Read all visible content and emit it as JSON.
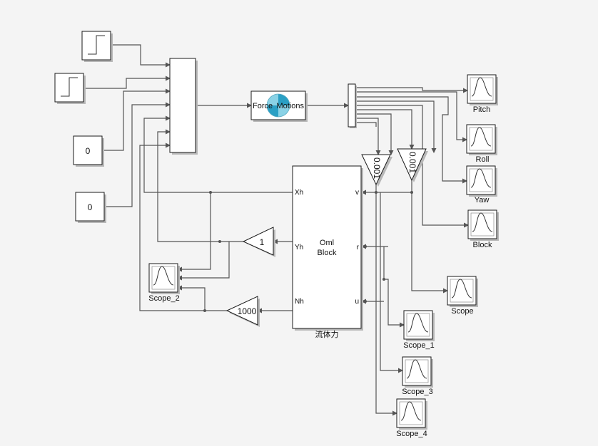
{
  "blocks": {
    "constant_1_value": "0",
    "constant_2_value": "0",
    "force_label": "Force",
    "motions_label": "Motions",
    "oml_line1": "Oml",
    "oml_line2": "Block",
    "oml_caption": "流体力",
    "oml_port_xh": "Xh",
    "oml_port_yh": "Yh",
    "oml_port_nh": "Nh",
    "oml_port_v": "v",
    "oml_port_r": "r",
    "oml_port_u": "u",
    "gain_1_value": "1",
    "gain_1000_value": "1000",
    "gain_a_value": "0.001",
    "gain_b_value": "0.001"
  },
  "scopes": {
    "pitch": "Pitch",
    "roll": "Roll",
    "yaw": "Yaw",
    "block": "Block",
    "scope": "Scope",
    "scope_1": "Scope_1",
    "scope_2": "Scope_2",
    "scope_3": "Scope_3",
    "scope_4": "Scope_4"
  }
}
